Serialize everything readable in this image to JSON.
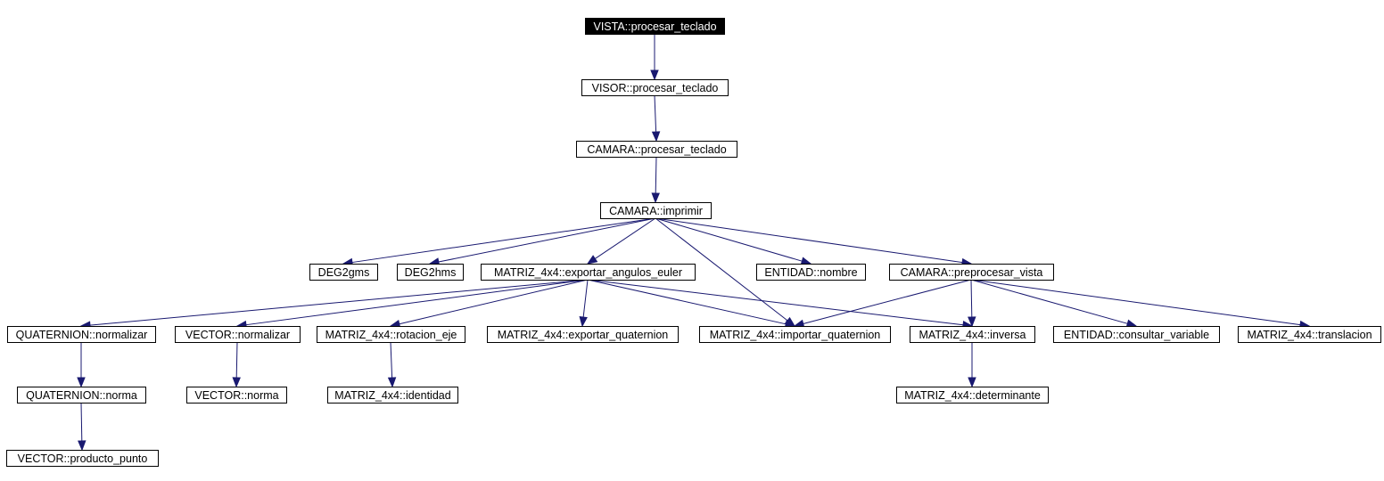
{
  "diagram": {
    "type": "call-graph",
    "colors": {
      "edge": "#191970",
      "node_border": "#000000",
      "root_fill": "#000000",
      "root_text": "#ffffff"
    },
    "nodes": [
      {
        "id": "n0",
        "label": "VISTA::procesar_teclado",
        "root": true
      },
      {
        "id": "n1",
        "label": "VISOR::procesar_teclado"
      },
      {
        "id": "n2",
        "label": "CAMARA::procesar_teclado"
      },
      {
        "id": "n3",
        "label": "CAMARA::imprimir"
      },
      {
        "id": "n4",
        "label": "DEG2gms"
      },
      {
        "id": "n5",
        "label": "DEG2hms"
      },
      {
        "id": "n6",
        "label": "MATRIZ_4x4::exportar_angulos_euler"
      },
      {
        "id": "n7",
        "label": "ENTIDAD::nombre"
      },
      {
        "id": "n8",
        "label": "CAMARA::preprocesar_vista"
      },
      {
        "id": "n9",
        "label": "QUATERNION::normalizar"
      },
      {
        "id": "n10",
        "label": "VECTOR::normalizar"
      },
      {
        "id": "n11",
        "label": "MATRIZ_4x4::rotacion_eje"
      },
      {
        "id": "n12",
        "label": "MATRIZ_4x4::exportar_quaternion"
      },
      {
        "id": "n13",
        "label": "MATRIZ_4x4::importar_quaternion"
      },
      {
        "id": "n14",
        "label": "MATRIZ_4x4::inversa"
      },
      {
        "id": "n15",
        "label": "ENTIDAD::consultar_variable"
      },
      {
        "id": "n16",
        "label": "MATRIZ_4x4::translacion"
      },
      {
        "id": "n17",
        "label": "QUATERNION::norma"
      },
      {
        "id": "n18",
        "label": "VECTOR::norma"
      },
      {
        "id": "n19",
        "label": "MATRIZ_4x4::identidad"
      },
      {
        "id": "n20",
        "label": "MATRIZ_4x4::determinante"
      },
      {
        "id": "n21",
        "label": "VECTOR::producto_punto"
      }
    ],
    "edges": [
      [
        "n0",
        "n1"
      ],
      [
        "n1",
        "n2"
      ],
      [
        "n2",
        "n3"
      ],
      [
        "n3",
        "n4"
      ],
      [
        "n3",
        "n5"
      ],
      [
        "n3",
        "n6"
      ],
      [
        "n3",
        "n7"
      ],
      [
        "n3",
        "n8"
      ],
      [
        "n3",
        "n13"
      ],
      [
        "n6",
        "n9"
      ],
      [
        "n6",
        "n10"
      ],
      [
        "n6",
        "n11"
      ],
      [
        "n6",
        "n12"
      ],
      [
        "n6",
        "n13"
      ],
      [
        "n6",
        "n14"
      ],
      [
        "n8",
        "n13"
      ],
      [
        "n8",
        "n14"
      ],
      [
        "n8",
        "n15"
      ],
      [
        "n8",
        "n16"
      ],
      [
        "n9",
        "n17"
      ],
      [
        "n10",
        "n18"
      ],
      [
        "n11",
        "n19"
      ],
      [
        "n14",
        "n20"
      ],
      [
        "n17",
        "n21"
      ]
    ]
  }
}
